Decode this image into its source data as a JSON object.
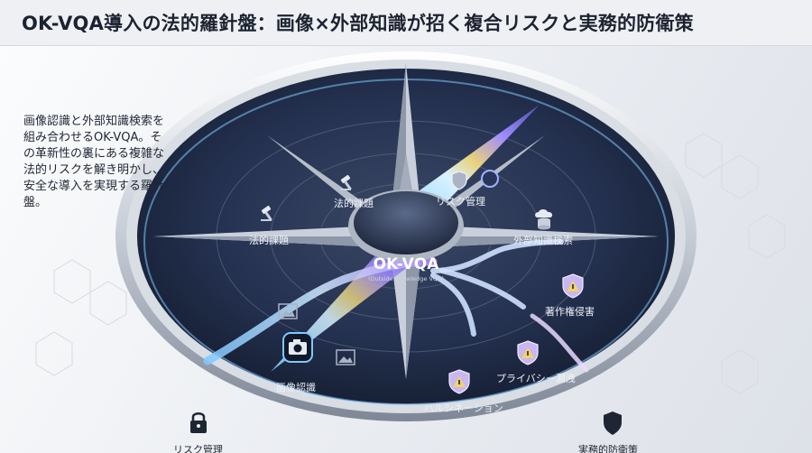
{
  "title": "OK-VQA導入の法的羅針盤：画像×外部知識が招く複合リスクと実務的防衛策",
  "description": [
    "画像認識と外部知識検索を",
    "組み合わせるOK-VQA。そ",
    "の革新性の裏にある複雑な",
    "法的リスクを解き明かし、",
    "安全な導入を実現する羅針",
    "盤。"
  ],
  "center": {
    "title": "OK-VQA",
    "subtitle": "(Outside Knowledge VQA)"
  },
  "labels": {
    "legal_issue_inner": "法的課題",
    "legal_issue_outer": "法的課題",
    "risk_mgmt_top": "リスク管理",
    "external_search": "外部知識検索",
    "copyright": "著作権侵害",
    "privacy": "プライバシー漏洩",
    "hallucination": "ハルシネーション",
    "image_recognition": "画像認識",
    "risk_mgmt_bottom": "リスク管理",
    "defense": "実務的防衛策"
  },
  "icons": [
    "gavel-icon",
    "shield-icon",
    "database-cloud-icon",
    "warning-shield-icon",
    "camera-icon",
    "image-icon",
    "lock-icon",
    "defense-shield-icon"
  ],
  "colors": {
    "accent_gold": "#e8c766",
    "dial_dark": "#1c2740",
    "path_blue": "#7fc8ff",
    "path_purple": "#b58cff"
  }
}
